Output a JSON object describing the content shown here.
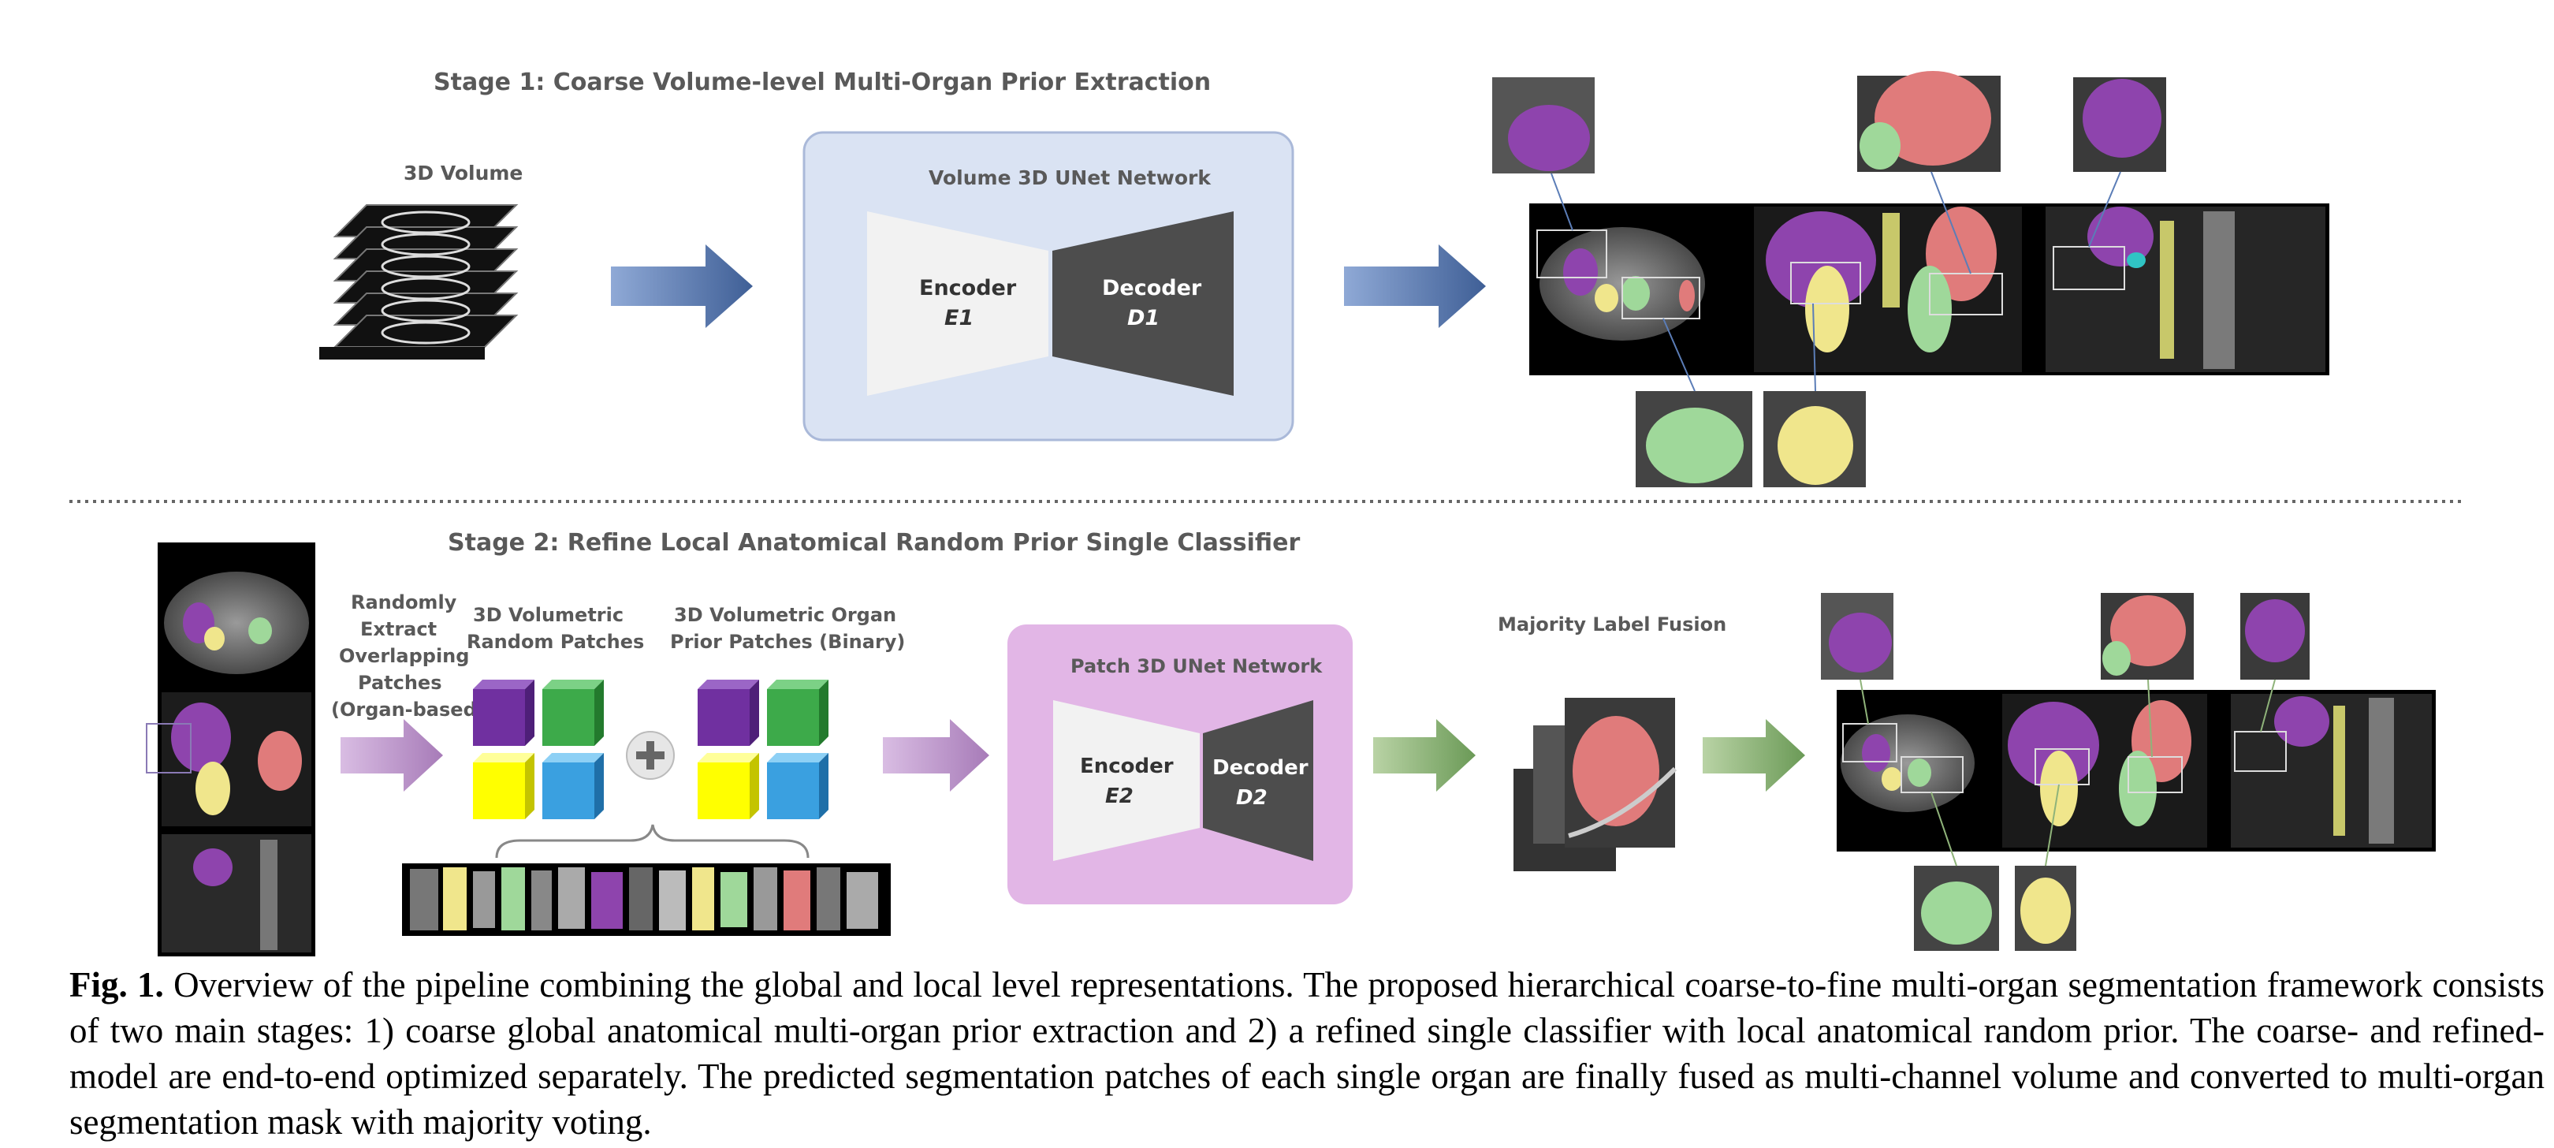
{
  "stage1": {
    "title": "Stage 1: Coarse Volume-level Multi-Organ Prior Extraction",
    "volume_label": "3D Volume",
    "network_title": "Volume 3D UNet Network",
    "encoder_label": "Encoder",
    "encoder_id": "E1",
    "decoder_label": "Decoder",
    "decoder_id": "D1"
  },
  "stage2": {
    "title": "Stage 2: Refine Local Anatomical Random Prior Single Classifier",
    "extract_label": [
      "Randomly",
      "Extract",
      "Overlapping",
      "Patches",
      "(Organ-based)"
    ],
    "random_patches_label": [
      "3D Volumetric",
      "Random Patches"
    ],
    "organ_prior_label": [
      "3D Volumetric Organ",
      "Prior Patches (Binary)"
    ],
    "network_title": "Patch 3D UNet Network",
    "encoder_label": "Encoder",
    "encoder_id": "E2",
    "decoder_label": "Decoder",
    "decoder_id": "D2",
    "fusion_label": "Majority Label Fusion"
  },
  "colors": {
    "stage1_box": "#dae3f3",
    "stage2_box": "#e2b6e6",
    "blue_arrow": "#5b7db7",
    "purple_arrow": "#c9a3d6",
    "green_arrow": "#8fb37a",
    "spleen": "#8e44ad",
    "liver": "#e07b7b",
    "kidney_left": "#9fd89a",
    "kidney_right": "#f0e68c",
    "cube_purple": "#7030a0",
    "cube_green": "#3daa4a",
    "cube_yellow": "#ffff00",
    "cube_blue": "#3aa0e0"
  },
  "caption": {
    "label": "Fig. 1.",
    "text": " Overview of the pipeline combining the global and local level representations. The proposed hierarchical coarse-to-fine multi-organ segmentation framework consists of two main stages: 1) coarse global anatomical multi-organ prior extraction and 2) a refined single classifier with local anatomical random prior. The coarse- and refined- model are end-to-end optimized separately. The predicted segmentation patches of each single organ are finally fused as multi-channel volume and converted to multi-organ segmentation mask with majority voting."
  }
}
